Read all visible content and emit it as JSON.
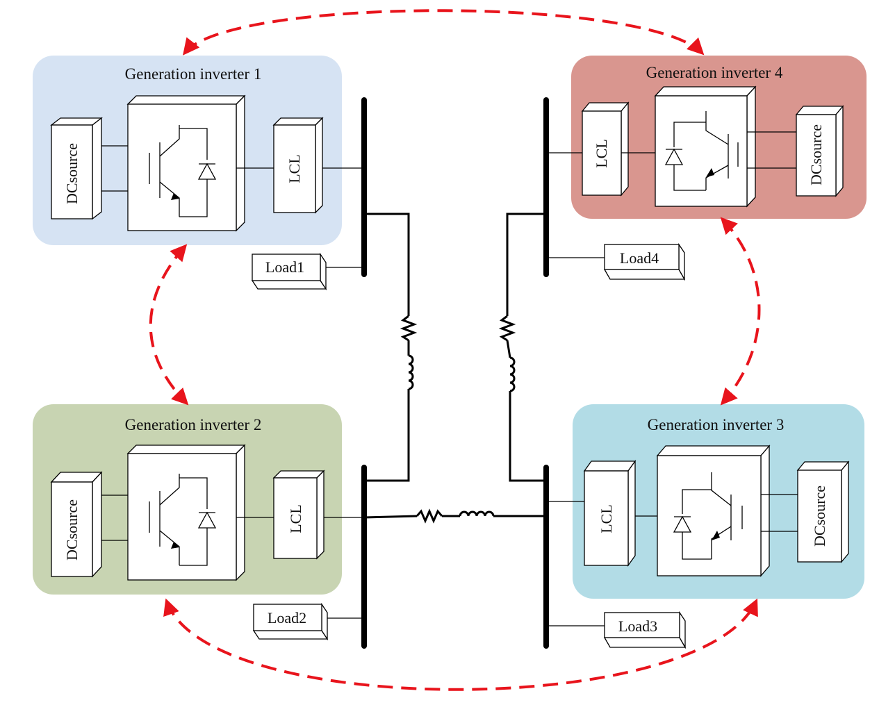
{
  "inverters": [
    {
      "id": 1,
      "title": "Generation inverter 1",
      "dc_label": "DCsource",
      "filter_label": "LCL",
      "panel_color": "#d6e3f3"
    },
    {
      "id": 2,
      "title": "Generation inverter 2",
      "dc_label": "DCsource",
      "filter_label": "LCL",
      "panel_color": "#c8d4b2"
    },
    {
      "id": 3,
      "title": "Generation inverter 3",
      "dc_label": "DCsource",
      "filter_label": "LCL",
      "panel_color": "#b2dce6"
    },
    {
      "id": 4,
      "title": "Generation inverter 4",
      "dc_label": "DCsource",
      "filter_label": "LCL",
      "panel_color": "#d9968f"
    }
  ],
  "loads": [
    {
      "id": 1,
      "label": "Load1"
    },
    {
      "id": 2,
      "label": "Load2"
    },
    {
      "id": 3,
      "label": "Load3"
    },
    {
      "id": 4,
      "label": "Load4"
    }
  ],
  "colors": {
    "communication_link": "#e8141c",
    "wire": "#000000",
    "box_fill": "#ffffff"
  }
}
